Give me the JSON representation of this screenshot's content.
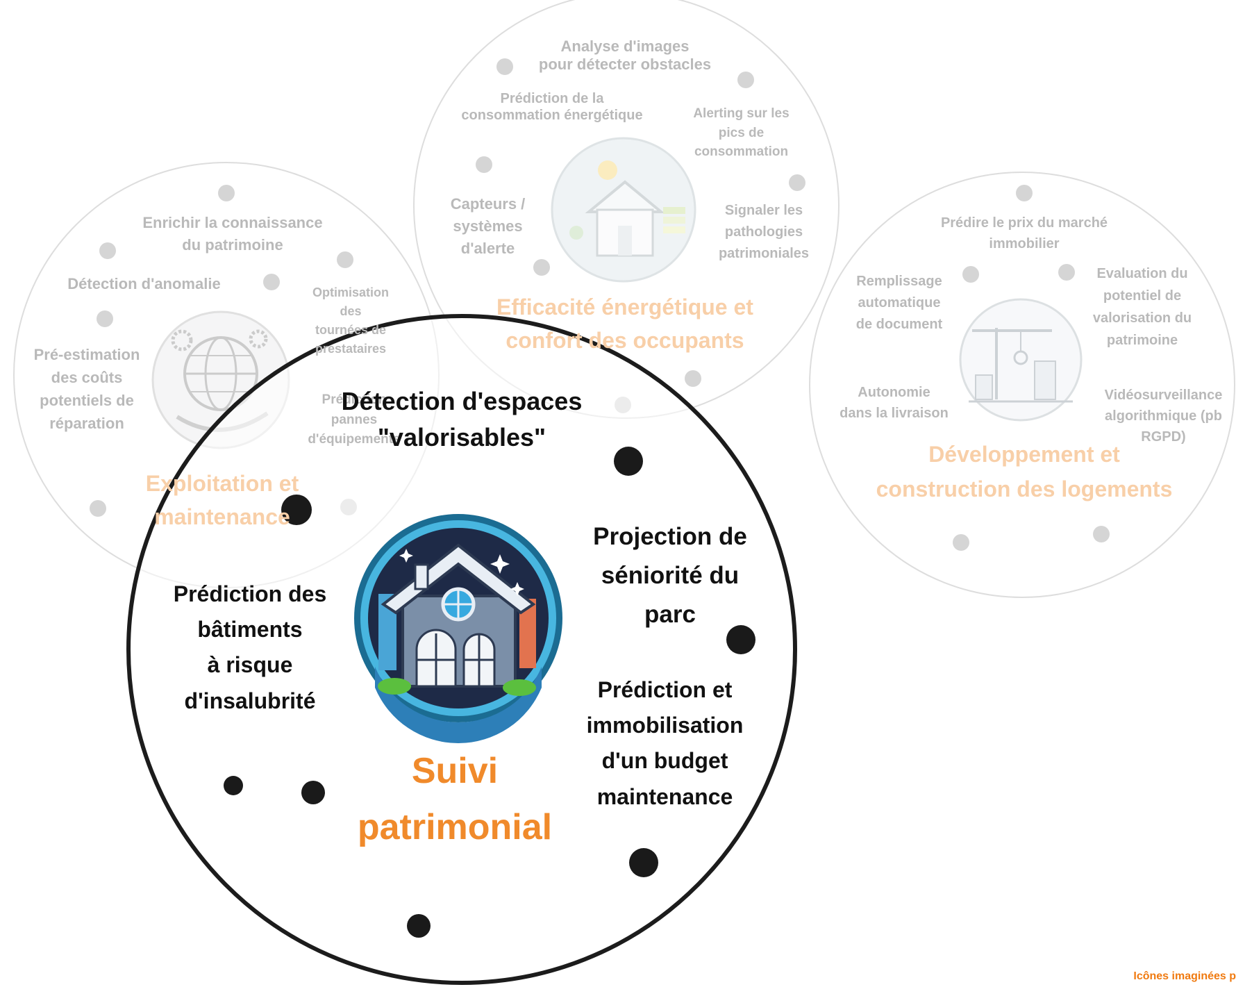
{
  "colors": {
    "accent": "#f08a2b",
    "faded_text": "#b9b9b9",
    "faded_title": "#f8cfa8",
    "main_text": "#111111",
    "credit": "#f07a10"
  },
  "clusters": {
    "energy": {
      "title_line1": "Efficacité énergétique et",
      "title_line2": "confort des occupants",
      "icon": "smart-home-energy-icon",
      "items": {
        "images_l1": "Analyse d'images",
        "images_l2": "pour détecter obstacles",
        "conso_l1": "Prédiction de la",
        "conso_l2": "consommation énergétique",
        "alert_l1": "Alerting sur les",
        "alert_l2": "pics de",
        "alert_l3": "consommation",
        "capteurs_l1": "Capteurs /",
        "capteurs_l2": "systèmes",
        "capteurs_l3": "d'alerte",
        "patho_l1": "Signaler les",
        "patho_l2": "pathologies",
        "patho_l3": "patrimoniales"
      }
    },
    "exploitation": {
      "title_line1": "Exploitation et",
      "title_line2": "maintenance",
      "icon": "globe-gears-icon",
      "items": {
        "enrich_l1": "Enrichir la connaissance",
        "enrich_l2": "du patrimoine",
        "anomalie": "Détection d'anomalie",
        "optim_l1": "Optimisation",
        "optim_l2": "des",
        "optim_l3": "tournées de",
        "optim_l4": "prestataires",
        "pre_l1": "Pré-estimation",
        "pre_l2": "des coûts",
        "pre_l3": "potentiels de",
        "pre_l4": "réparation",
        "pannes_l1": "Prédiction",
        "pannes_l2": "pannes",
        "pannes_l3": "d'équipements"
      }
    },
    "dev": {
      "title_line1": "Développement et",
      "title_line2": "construction des logements",
      "icon": "construction-crane-icon",
      "items": {
        "prix_l1": "Prédire le prix du marché",
        "prix_l2": "immobilier",
        "rempl_l1": "Remplissage",
        "rempl_l2": "automatique",
        "rempl_l3": "de document",
        "eval_l1": "Evaluation du",
        "eval_l2": "potentiel de",
        "eval_l3": "valorisation du",
        "eval_l4": "patrimoine",
        "auto_l1": "Autonomie",
        "auto_l2": "dans la livraison",
        "video_l1": "Vidéosurveillance",
        "video_l2": "algorithmique (pb",
        "video_l3": "RGPD)"
      }
    },
    "suivi": {
      "title_line1": "Suivi",
      "title_line2": "patrimonial",
      "icon": "house-icon",
      "items": {
        "espaces_l1": "Détection d'espaces",
        "espaces_l2": "\"valorisables\"",
        "proj_l1": "Projection de",
        "proj_l2": "séniorité du",
        "proj_l3": "parc",
        "risque_l1": "Prédiction des",
        "risque_l2": "bâtiments",
        "risque_l3": "à risque",
        "risque_l4": "d'insalubrité",
        "budget_l1": "Prédiction et",
        "budget_l2": "immobilisation",
        "budget_l3": "d'un budget",
        "budget_l4": "maintenance"
      }
    }
  },
  "credit": "Icônes imaginées p"
}
